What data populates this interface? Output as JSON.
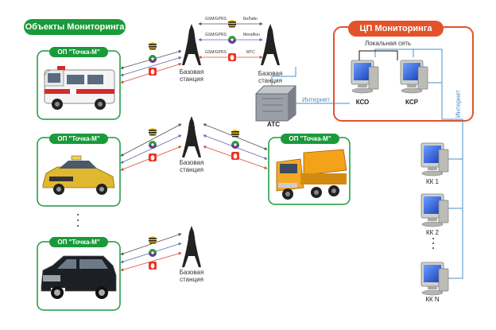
{
  "header": {
    "objects_title": "Объекты Мониторинга",
    "center_title": "ЦП Мониторинга"
  },
  "objects": [
    {
      "label": "ОП \"Точка-М\""
    },
    {
      "label": "ОП \"Точка-М\""
    },
    {
      "label": "ОП \"Точка-М\""
    },
    {
      "label": "ОП \"Точка-М\""
    }
  ],
  "stations": {
    "label_line1": "Базовая",
    "label_line2": "станция"
  },
  "operators": {
    "gsm_label": "GSM/GPRS",
    "beeline": "БиЛайн",
    "megafon": "МегаФон",
    "mts": "МТС"
  },
  "network": {
    "ats": "АТС",
    "internet_h": "Интернет",
    "internet_v": "Интернет",
    "lan": "Локальная сеть",
    "kso": "КСО",
    "ksr": "КСР",
    "kk1": "КК 1",
    "kk2": "КК 2",
    "kkn": "КК N"
  },
  "colors": {
    "green": "#1a9a3a",
    "red": "#e2532b",
    "blue_line": "#4a90c8"
  }
}
